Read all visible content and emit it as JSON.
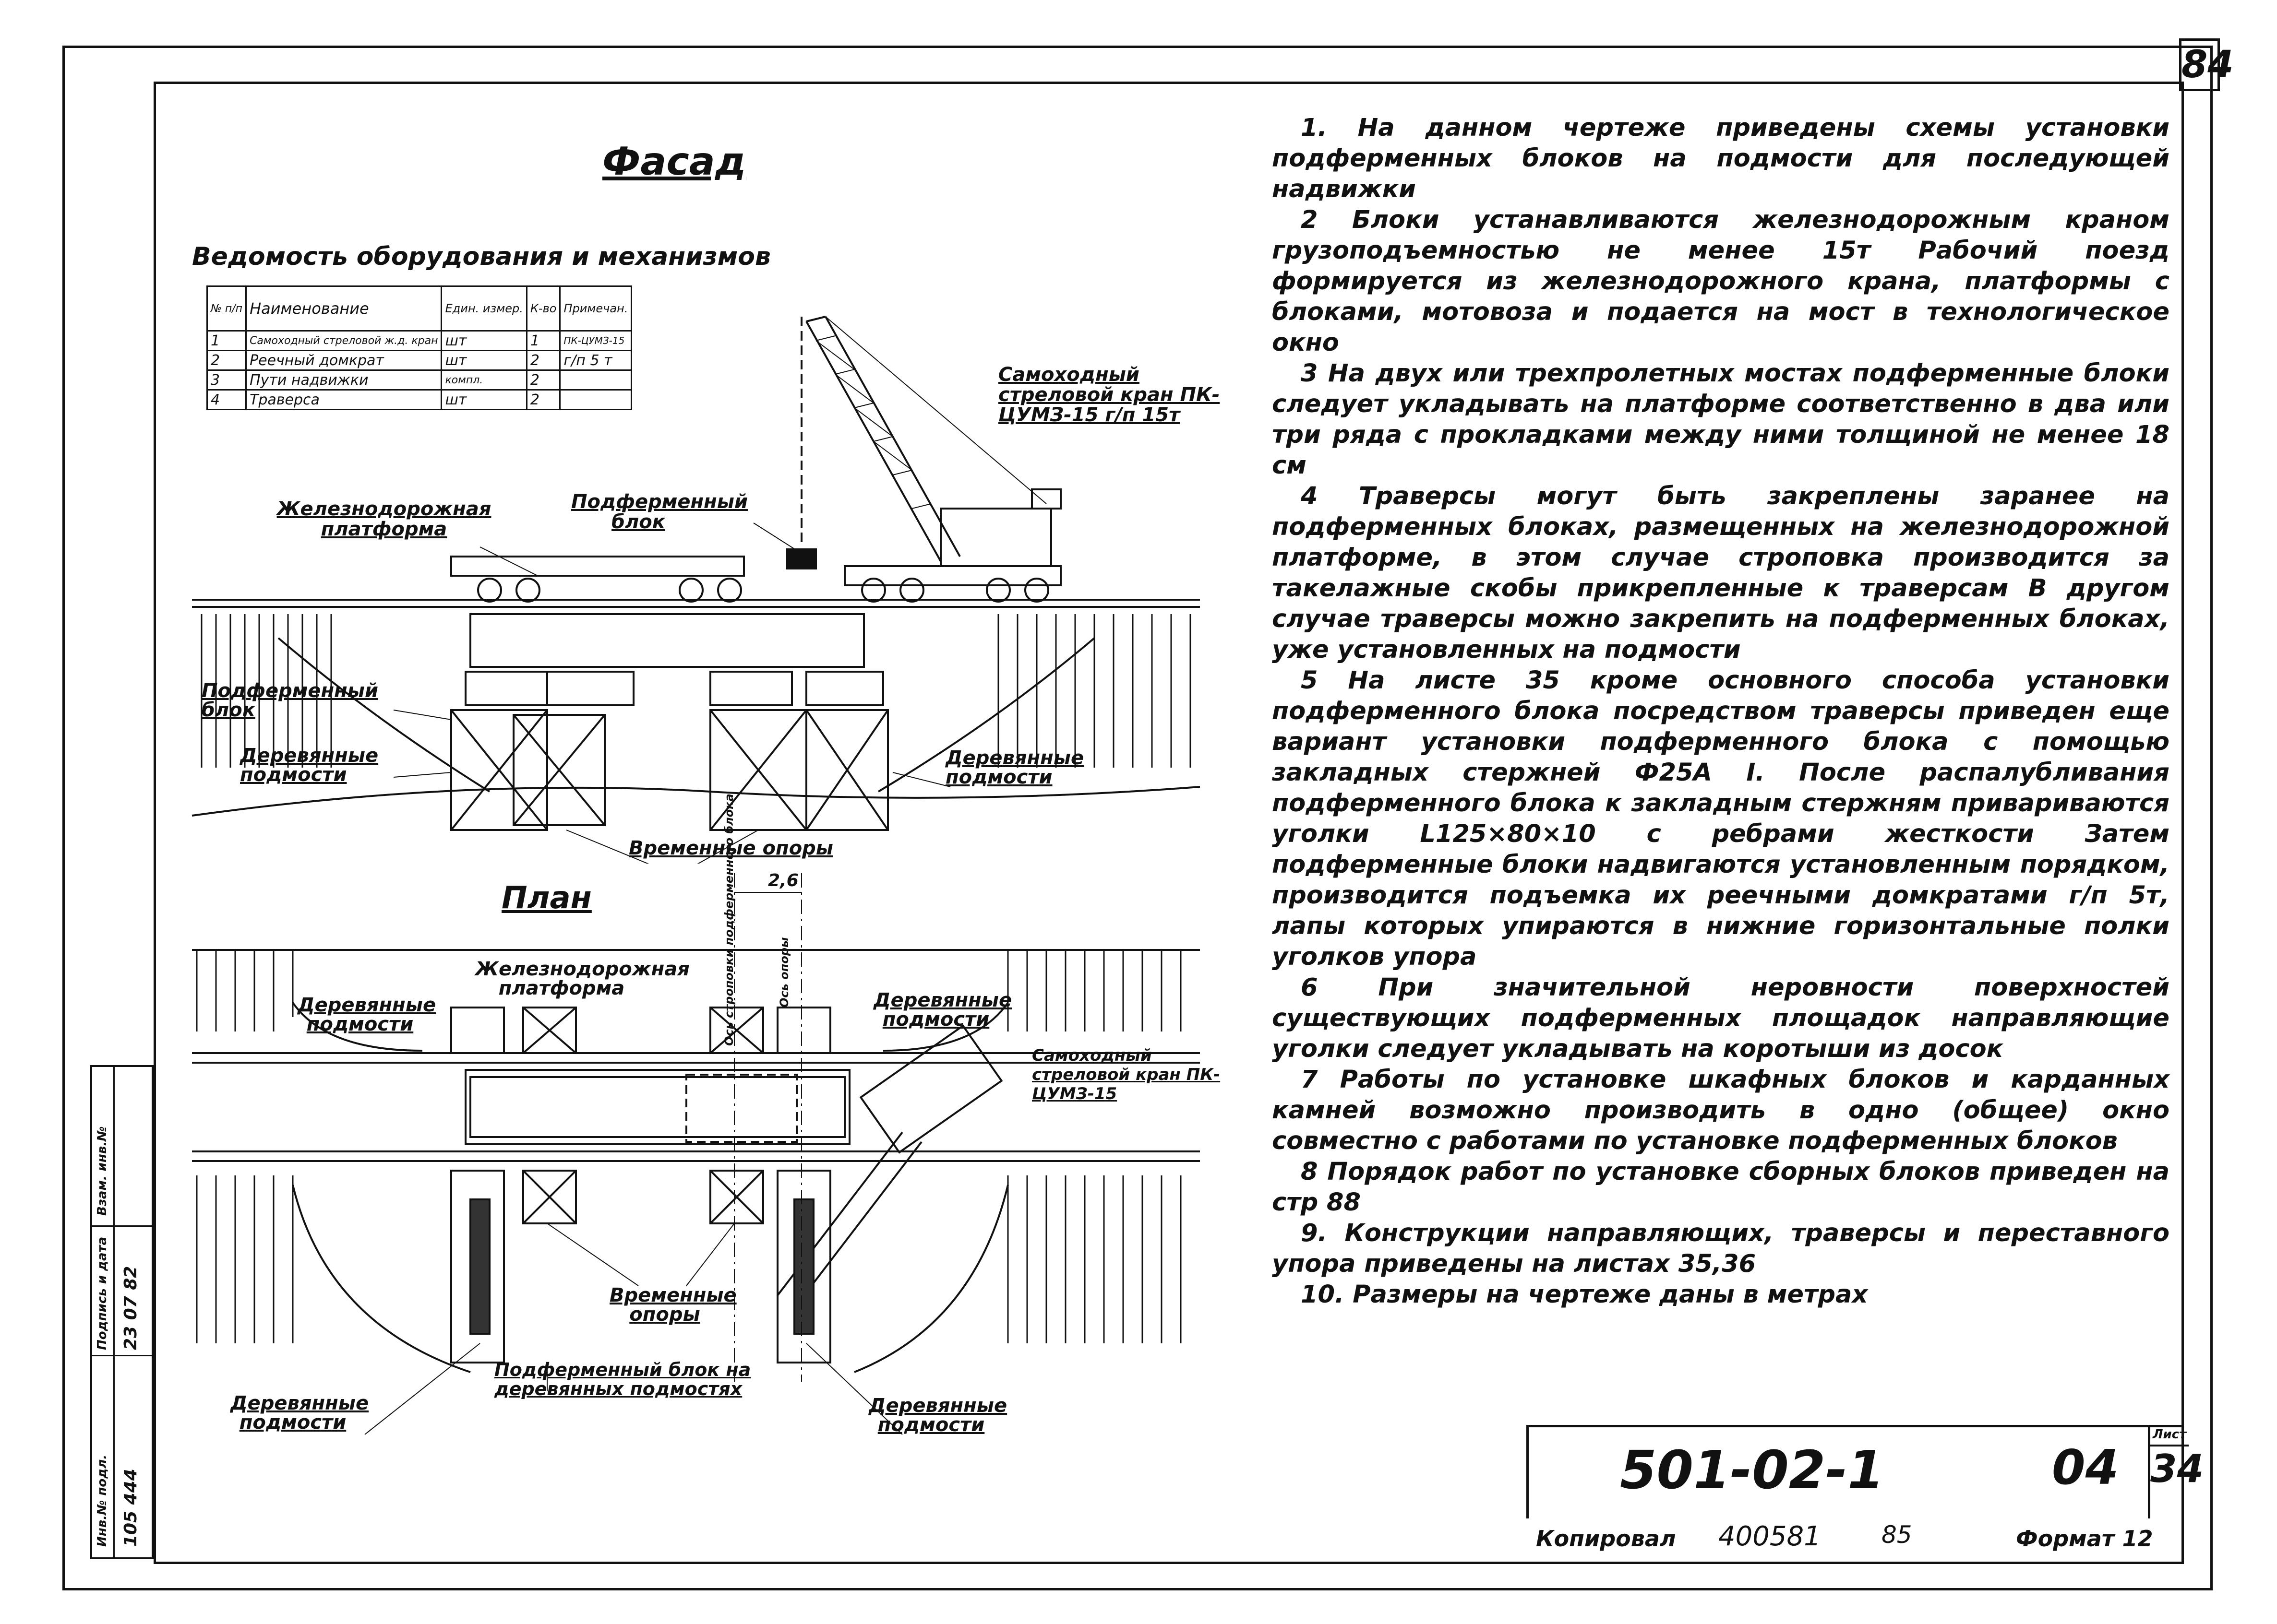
{
  "sheet_number_top": "84",
  "facade_title": "Фасад",
  "plan_title": "План",
  "equipment": {
    "title": "Ведомость оборудования и механизмов",
    "headers": [
      "№ п/п",
      "Наименование",
      "Един. измер.",
      "К-во",
      "Примечан."
    ],
    "rows": [
      [
        "1",
        "Самоходный стреловой ж.д. кран",
        "шт",
        "1",
        "ПК-ЦУМЗ-15"
      ],
      [
        "2",
        "Реечный домкрат",
        "шт",
        "2",
        "г/п 5 т"
      ],
      [
        "3",
        "Пути надвижки",
        "компл.",
        "2",
        ""
      ],
      [
        "4",
        "Траверса",
        "шт",
        "2",
        ""
      ]
    ]
  },
  "facade_labels": {
    "crane": "Самоходный стреловой кран ПК-ЦУМЗ-15 г/п 15т",
    "platform": "Железнодорожная платформа",
    "block": "Подферменный блок",
    "block_left": "Подферменный блок",
    "scaffold_left": "Деревянные подмости",
    "scaffold_right": "Деревянные подмости",
    "temp_supports": "Временные опоры"
  },
  "plan_labels": {
    "platform": "Железнодорожная платформа",
    "scaffold_tl": "Деревянные подмости",
    "scaffold_tr": "Деревянные подмости",
    "crane": "Самоходный стреловой кран ПК-ЦУМЗ-15",
    "temp_supports": "Временные опоры",
    "block": "Подферменный блок на деревянных подмостях",
    "scaffold_bl": "Деревянные подмости",
    "scaffold_br": "Деревянные подмости",
    "dim": "2,6",
    "axis1": "Ось строповки подферменного блока",
    "axis2": "Ось опоры"
  },
  "notes": [
    "1. На данном чертеже приведены схемы установки подферменных блоков на подмости для последующей надвижки",
    "2 Блоки устанавливаются железнодорожным краном грузоподъемностью не менее 15т Рабочий поезд формируется из железнодорожного крана, платформы с блоками, мотовоза и подается на мост в технологическое окно",
    "3 На двух или трехпролетных мостах подферменные блоки следует укладывать на платформе соответственно в два или три ряда с прокладками между ними толщиной не менее 18 см",
    "4 Траверсы могут быть закреплены заранее на подферменных блоках, размещенных на железнодорожной платформе, в этом случае строповка производится за такелажные скобы прикрепленные к траверсам В другом случае траверсы можно закрепить на подферменных блоках, уже установленных на подмости",
    "5 На листе 35 кроме основного способа установки подферменного блока посредством траверсы приведен еще вариант установки подферменного блока с помощью закладных стержней Ф25А I. После распалубливания подферменного блока к закладным стержням привариваются уголки L125×80×10 с ребрами жесткости Затем подферменные блоки надвигаются установленным порядком, производится подъемка их реечными домкратами г/п 5т, лапы которых упираются в нижние горизонтальные полки уголков упора",
    "6 При значительной неровности поверхностей существующих подферменных площадок направляющие уголки следует укладывать на коротыши из досок",
    "7 Работы по установке шкафных блоков и карданных камней возможно производить в одно (общее) окно совместно с работами по установке подферменных блоков",
    "8 Порядок работ по установке сборных блоков приведен на стр 88",
    "9. Конструкции направляющих, траверсы и переставного упора приведены на листах 35,36",
    "10. Размеры на чертеже даны в метрах"
  ],
  "stamp": {
    "code": "501-02-1",
    "sheet_code": "04",
    "list_label": "Лист",
    "list_no": "34",
    "copied_label": "Копировал",
    "copied_value": "400581",
    "copied_extra": "85",
    "format_label": "Формат 12"
  },
  "side_stamp": {
    "inv": "Инв.№ подл.",
    "sign": "Подпись и дата",
    "repl": "Взам. инв.№",
    "inv_val": "105 444",
    "date_val": "23 07 82"
  }
}
